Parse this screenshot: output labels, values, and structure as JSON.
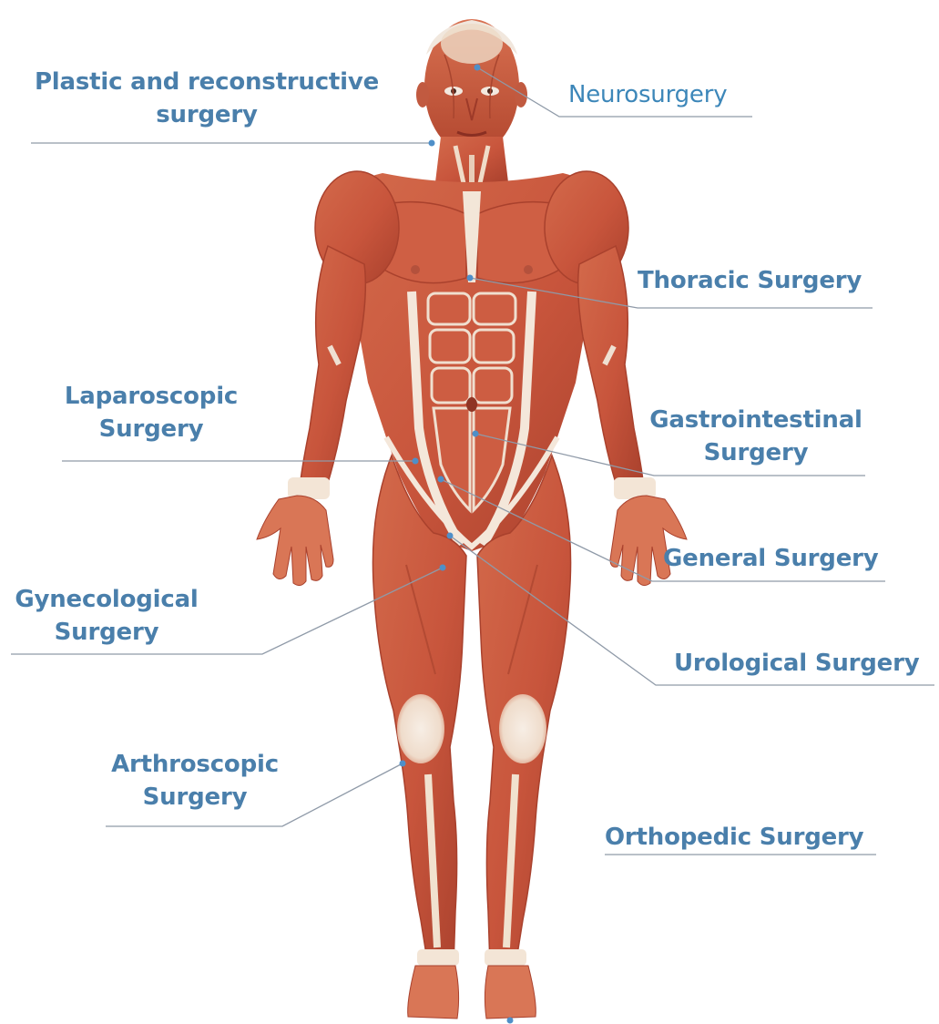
{
  "labels": {
    "plastic": [
      "Plastic and reconstructive",
      "surgery"
    ],
    "neuro": "Neurosurgery",
    "thoracic": "Thoracic Surgery",
    "laparoscopic": [
      "Laparoscopic",
      "Surgery"
    ],
    "gastrointestinal": [
      "Gastrointestinal",
      "Surgery"
    ],
    "general": "General Surgery",
    "gynecological": [
      "Gynecological",
      "Surgery"
    ],
    "urological": "Urological Surgery",
    "arthroscopic": [
      "Arthroscopic",
      "Surgery"
    ],
    "orthopedic": "Orthopedic Surgery"
  },
  "colors": {
    "label_text": "#4a7fab",
    "leader_line": "#8f9aa8",
    "point": "#4f8fc8",
    "muscle_base": "#c8553c",
    "muscle_dark": "#a53d2a",
    "tendon": "#f2e5d5"
  },
  "illustration": "anatomical-muscular-human-figure"
}
